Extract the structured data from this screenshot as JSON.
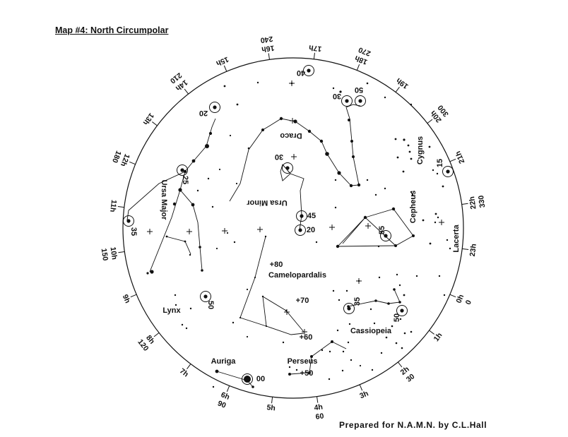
{
  "title": "Map #4:  North Circumpolar",
  "credit": "Prepared for N.A.M.N. by C.L.Hall",
  "hour_marks": [
    {
      "label": "0h",
      "deg": 0
    },
    {
      "label": "1h",
      "deg": 15
    },
    {
      "label": "2h",
      "deg": 30
    },
    {
      "label": "3h",
      "deg": 45
    },
    {
      "label": "4h",
      "deg": 60
    },
    {
      "label": "5h",
      "deg": 75
    },
    {
      "label": "6h",
      "deg": 90
    },
    {
      "label": "7h",
      "deg": 105
    },
    {
      "label": "8h",
      "deg": 120
    },
    {
      "label": "9h",
      "deg": 135
    },
    {
      "label": "10h",
      "deg": 150
    },
    {
      "label": "11h",
      "deg": 165
    },
    {
      "label": "12h",
      "deg": 180
    },
    {
      "label": "13h",
      "deg": 195
    },
    {
      "label": "14h",
      "deg": 210
    },
    {
      "label": "15h",
      "deg": 225
    },
    {
      "label": "16h",
      "deg": 240
    },
    {
      "label": "17h",
      "deg": 255
    },
    {
      "label": "18h",
      "deg": 270
    },
    {
      "label": "19h",
      "deg": 285
    },
    {
      "label": "20h",
      "deg": 300
    },
    {
      "label": "21h",
      "deg": 315
    },
    {
      "label": "22h",
      "deg": 330
    },
    {
      "label": "23h",
      "deg": 345
    }
  ],
  "degree_labels": [
    {
      "label": "0",
      "deg": 0
    },
    {
      "label": "30",
      "deg": 30
    },
    {
      "label": "60",
      "deg": 60
    },
    {
      "label": "90",
      "deg": 90
    },
    {
      "label": "120",
      "deg": 120
    },
    {
      "label": "150",
      "deg": 150
    },
    {
      "label": "180",
      "deg": 180
    },
    {
      "label": "210",
      "deg": 210
    },
    {
      "label": "240",
      "deg": 240
    },
    {
      "label": "270",
      "deg": 270
    },
    {
      "label": "300",
      "deg": 300
    },
    {
      "label": "330",
      "deg": 330
    }
  ],
  "declination_labels": [
    "+80",
    "+70",
    "+60",
    "+50"
  ],
  "constellations": [
    "Draco",
    "Ursa Minor",
    "Ursa Major",
    "Cygnus",
    "Cepheus",
    "Lacerta",
    "Camelopardalis",
    "Lynx",
    "Cassiopeia",
    "Perseus",
    "Auriga"
  ],
  "variable_stars": [
    {
      "label": "40"
    },
    {
      "label": "30"
    },
    {
      "label": "50"
    },
    {
      "label": "20"
    },
    {
      "label": "30"
    },
    {
      "label": "25"
    },
    {
      "label": "35"
    },
    {
      "label": "45"
    },
    {
      "label": "20"
    },
    {
      "label": "15"
    },
    {
      "label": "55"
    },
    {
      "label": "50"
    },
    {
      "label": "35"
    },
    {
      "label": "50"
    },
    {
      "label": "00"
    }
  ]
}
